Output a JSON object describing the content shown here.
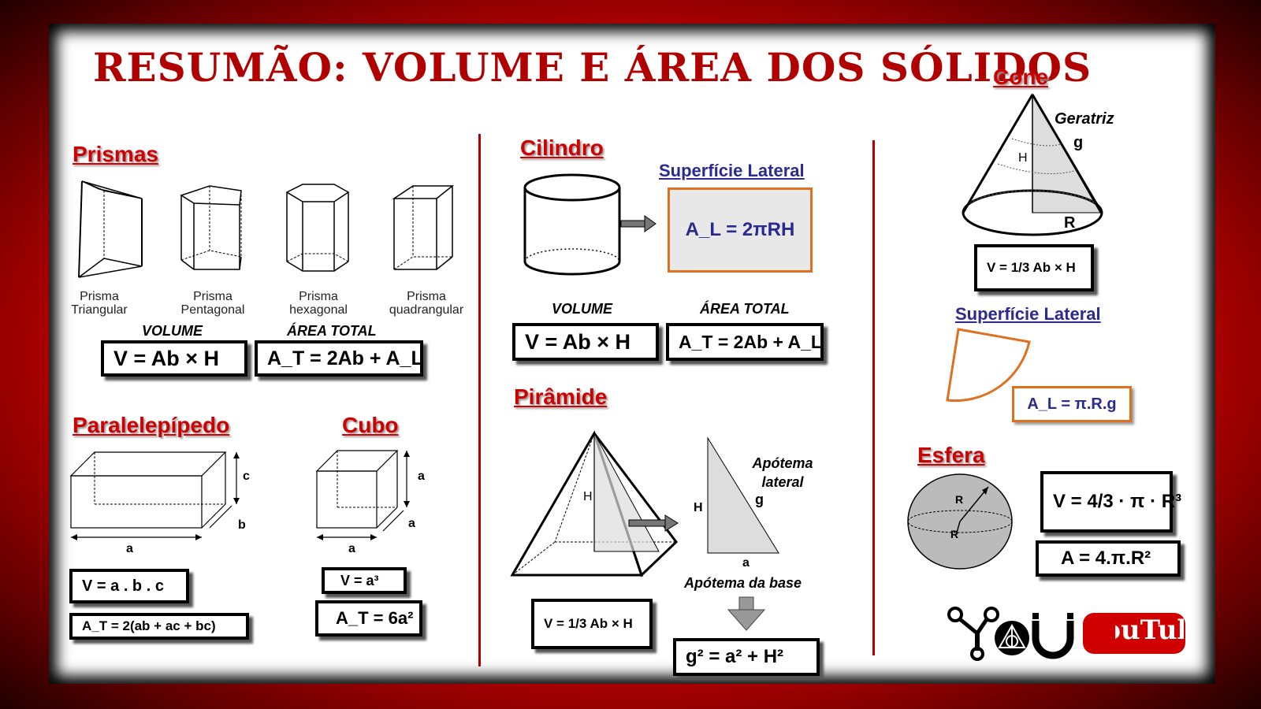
{
  "title": "RESUMÃO: VOLUME E ÁREA DOS SÓLIDOS",
  "colors": {
    "frame": "#d00000",
    "heading": "#d00000",
    "blue": "#2a2a90",
    "orange": "#e07020"
  },
  "prismas": {
    "heading": "Prismas",
    "items": [
      {
        "line1": "Prisma",
        "line2": "Triangular"
      },
      {
        "line1": "Prisma",
        "line2": "Pentagonal"
      },
      {
        "line1": "Prisma",
        "line2": "hexagonal"
      },
      {
        "line1": "Prisma",
        "line2": "quadrangular"
      }
    ],
    "volume_label": "VOLUME",
    "area_label": "ÁREA TOTAL",
    "volume_formula": "V = Ab × H",
    "area_formula": "A_T = 2Ab + A_L"
  },
  "paralelepipedo": {
    "heading": "Paralelepípedo",
    "dims": {
      "a": "a",
      "b": "b",
      "c": "c"
    },
    "volume_formula": "V = a . b . c",
    "area_formula": "A_T = 2(ab + ac + bc)"
  },
  "cubo": {
    "heading": "Cubo",
    "dim": "a",
    "volume_formula": "V = a³",
    "area_formula": "A_T = 6a²"
  },
  "cilindro": {
    "heading": "Cilindro",
    "lateral_heading": "Superfície Lateral",
    "lateral_formula": "A_L = 2πRH",
    "volume_label": "VOLUME",
    "area_label": "ÁREA TOTAL",
    "volume_formula": "V = Ab × H",
    "area_formula": "A_T = 2Ab + A_L"
  },
  "piramide": {
    "heading": "Pirâmide",
    "h_label": "H",
    "apotema_lateral": "Apótema lateral",
    "g_label": "g",
    "a_label": "a",
    "apotema_base": "Apótema da base",
    "volume_formula": "V = 1/3 Ab × H",
    "pythagoras": "g² = a² + H²"
  },
  "cone": {
    "heading": "Cone",
    "geratriz": "Geratriz",
    "g_label": "g",
    "h_label": "H",
    "r_label": "R",
    "volume_formula": "V = 1/3 Ab × H",
    "lateral_heading": "Superfície Lateral",
    "lateral_formula": "A_L = π.R.g"
  },
  "esfera": {
    "heading": "Esfera",
    "r_label": "R",
    "volume_formula": "V = 4/3 · π · R³",
    "area_formula": "A = 4.π.R²"
  },
  "logo": {
    "text": "YouTube"
  }
}
